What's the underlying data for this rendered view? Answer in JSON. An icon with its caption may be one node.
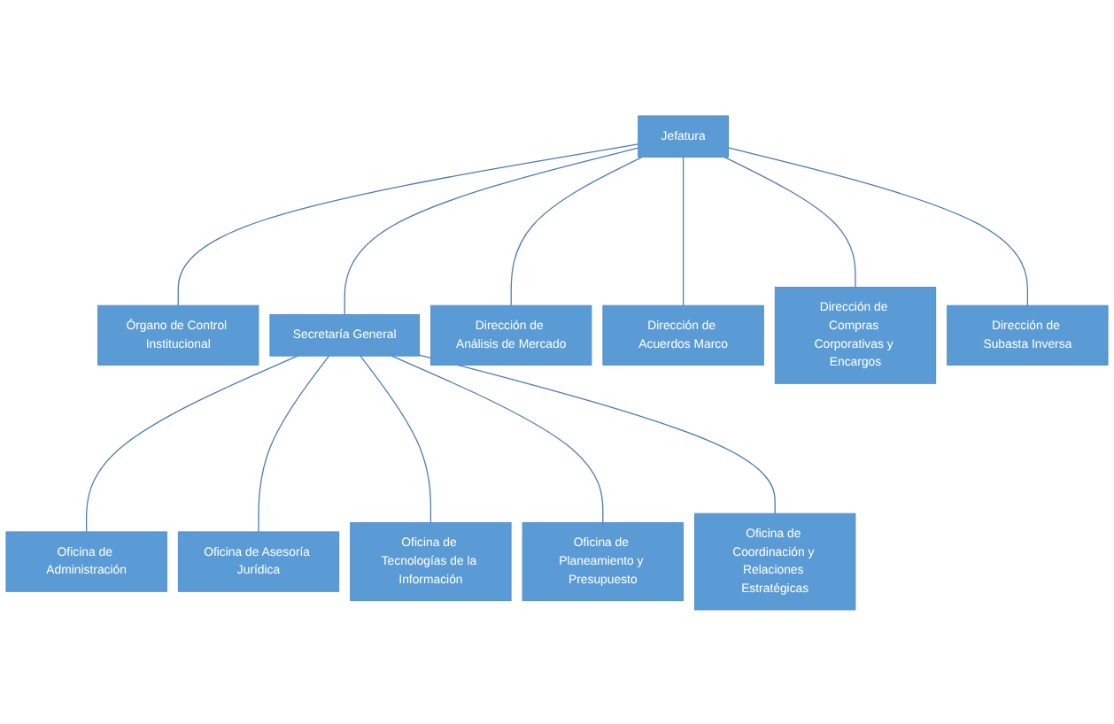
{
  "diagram": {
    "nodes": [
      {
        "text": [
          "Jefatura"
        ]
      },
      {
        "text": [
          "Órgano de Control Institucional"
        ]
      },
      {
        "text": [
          "Secretaría General"
        ]
      },
      {
        "text": [
          "Oficina de Administración"
        ]
      },
      {
        "text": [
          "Oficina de Asesoría Jurídica"
        ]
      },
      {
        "text": [
          "Oficina de Tecnologías de la Información"
        ]
      },
      {
        "text": [
          "Oficina de Planeamiento y Presupuesto"
        ]
      },
      {
        "text": [
          "Oficina de Coordinación y Relaciones Estratégicas"
        ]
      },
      {
        "text": [
          "Dirección de Análisis de Mercado"
        ]
      },
      {
        "text": [
          "Dirección de Acuerdos Marco"
        ]
      },
      {
        "text": [
          "Dirección de Compras Corporativas y Encargos"
        ]
      },
      {
        "text": [
          "Dirección de Subasta Inversa"
        ]
      }
    ],
    "edges": [
      {
        "from": 0,
        "to": 1,
        "arrow": "none"
      },
      {
        "from": 0,
        "to": 2,
        "arrow": "none"
      },
      {
        "from": 2,
        "to": 3,
        "arrow": "none"
      },
      {
        "from": 2,
        "to": 4,
        "arrow": "none"
      },
      {
        "from": 2,
        "to": 5,
        "arrow": "none"
      },
      {
        "from": 2,
        "to": 6,
        "arrow": "none"
      },
      {
        "from": 2,
        "to": 7,
        "arrow": "none"
      },
      {
        "from": 0,
        "to": 8,
        "arrow": "none"
      },
      {
        "from": 0,
        "to": 9,
        "arrow": "none"
      },
      {
        "from": 0,
        "to": 10,
        "arrow": "none"
      },
      {
        "from": 0,
        "to": 11,
        "arrow": "none"
      }
    ]
  }
}
